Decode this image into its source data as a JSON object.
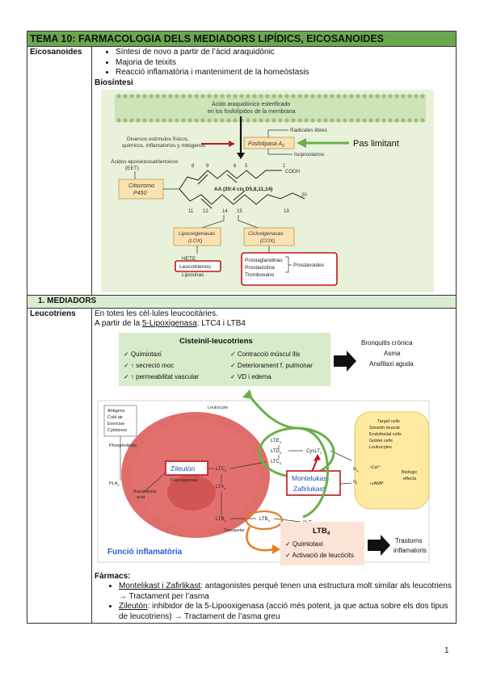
{
  "title": "TEMA 10: FARMACOLOGIA DELS MEDIADORS LIPÍDICS, EICOSANOIDES",
  "eico": {
    "label": "Eicosanoides",
    "bullets": [
      "Síntesi de novo a partir de l’àcid araquidònic",
      "Majoria de teixits",
      "Reacció inflamatòria i manteniment de la homeòstasis"
    ],
    "biosintesi_label": "Biosíntesi"
  },
  "fig1": {
    "membrane_text1": "Ácido araquidónico esterificado",
    "membrane_text2": "en los fosfolípidos de la membrana",
    "stim1": "Diversos estímulos físicos,",
    "stim2": "químicos, inflamatorios y mitógenos",
    "radicales": "Radicales libres",
    "fosfolipasa": "Fosfolipasa A",
    "fosfolipasa_sub": "2",
    "isoprostanos": "Isoprostanos",
    "pas_limitant": "Pas limitant",
    "eet1": "Ácidos epoxieicosatrienoicos",
    "eet2": "(EET)",
    "cito1": "Citocromo",
    "cito2": "P450",
    "aa": "AA (20:4 cis D5,8,11,14)",
    "cooh": "COOH",
    "nums_top": [
      "8",
      "9",
      "6",
      "5",
      "1"
    ],
    "nums_bottom": [
      "11",
      "12",
      "14",
      "15",
      "19",
      "20"
    ],
    "lox1": "Lipooxigenasas",
    "lox2": "(LOX)",
    "cox1": "Cicloxigenasas",
    "cox2": "(COX)",
    "hete": "HETE",
    "leucotrienos": "Leucotrienos",
    "lipoxinas": "Lipoxinas",
    "prosta": [
      "Prostaglandinas",
      "Prostaciclina",
      "Tromboxano"
    ],
    "prostanoides": "Prostanoides"
  },
  "mediadors": "1.   MEDIADORS",
  "leuco": {
    "label": "Leucotriens",
    "line1": "En totes les cèl·lules leucocitàries.",
    "line2_pre": "A partir de la ",
    "line2_u": "5-Lipoxigenasa",
    "line2_post": ": LTC4 i LTB4"
  },
  "fig2": {
    "cist_title": "Cisteinil-leucotriens",
    "cist_left": [
      "✓  Quimiotaxi",
      "✓  ↑ secreció moc",
      "✓  ↑ permeabilitat vascular"
    ],
    "cist_right": [
      "✓  Contracció múscul llis",
      "✓  Deteriorament f. pulmonar",
      "✓  VD i edema"
    ],
    "bronq": [
      "Bronquitis crònica",
      "Asma",
      "Anafilaxi aguda"
    ],
    "stimuli": [
      "Antigens",
      "Cold air",
      "Exercise",
      "Cytokines"
    ],
    "leukocyte": "Leukocyte",
    "phospholipids": "Phospholipids",
    "pla2": "PLA",
    "arach1": "Arachidonic",
    "arach2": "acid",
    "zileuton": "Zileutón",
    "lipox5": "5-lipoxygenase",
    "ltc4": "LTC",
    "lta4": "LTA",
    "ltb4": "LTB",
    "lte4": "LTE",
    "ltd4": "LTD",
    "cyslt1": "CysLT",
    "montelukast": "Montelukast",
    "zafirlukast": "Zafirlukast",
    "transporter": "Transporter",
    "blt1": "BLT",
    "target": [
      "Target cells",
      "Smooth muscle",
      "Endothelial cells",
      "Goblet cells",
      "Leukocytes"
    ],
    "gq": "G",
    "gi": "G",
    "tca": "↑Ca²⁺",
    "camp": "↓cAMP",
    "bio1": "Biologic",
    "bio2": "effects",
    "ltb4_box_title": "LTB",
    "ltb4_items": [
      "✓  Quimiotaxi",
      "✓  Activació de leucòcits"
    ],
    "trastorns": [
      "Trastorns",
      "inflamatoris"
    ],
    "funcio": "Funció inflamatòria"
  },
  "farmacs": {
    "label": "Fàrmacs:",
    "b1_u": "Montelikast i Zafirlikast",
    "b1_rest": ": antagonistes perquè tenen una estructura molt similar als leucotriens → Tractament per l’asma",
    "b2_u": "Zileutón",
    "b2_rest": ": inhibidor de la 5-Lipooxigenasa (acció més potent, ja que actua sobre els dos tipus de leucotriens) → Tractament de l’asma greu"
  },
  "page_number": "1"
}
